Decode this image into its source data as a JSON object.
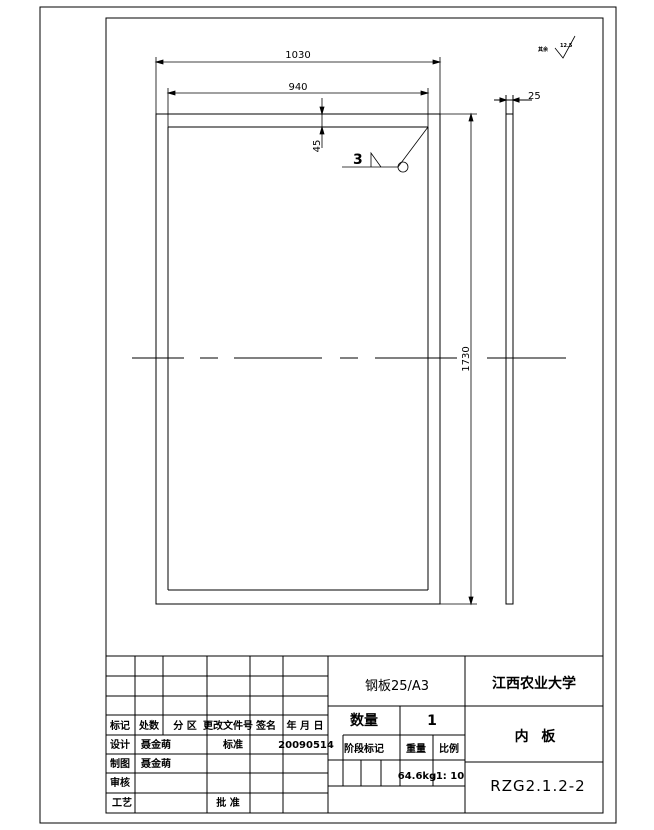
{
  "drawing": {
    "dims": {
      "overall_width": "1030",
      "inner_width": "940",
      "bar_height": "45",
      "height": "1730",
      "thickness": "25"
    },
    "weld_size": "3",
    "surface_label": "其余",
    "surface_value": "12.5"
  },
  "title_block": {
    "material": "钢板25/A3",
    "institution": "江西农业大学",
    "part_name": "内 板",
    "drawing_code": "RZG2.1.2-2",
    "quantity_label": "数量",
    "quantity_value": "1",
    "stage_label": "阶段标记",
    "weight_label": "重量",
    "scale_label": "比例",
    "weight_value": "64.6kg",
    "scale_value": "1: 10",
    "revision_headers": {
      "mark": "标记",
      "count": "处数",
      "zone": "分 区",
      "doc": "更改文件号",
      "sign": "签名",
      "date": "年 月 日"
    },
    "roles": {
      "design": "设计",
      "design_name": "聂金萌",
      "draft": "制图",
      "draft_name": "聂金萌",
      "standard": "标准",
      "date": "20090514",
      "review": "审核",
      "process": "工艺",
      "approve": "批 准"
    }
  }
}
